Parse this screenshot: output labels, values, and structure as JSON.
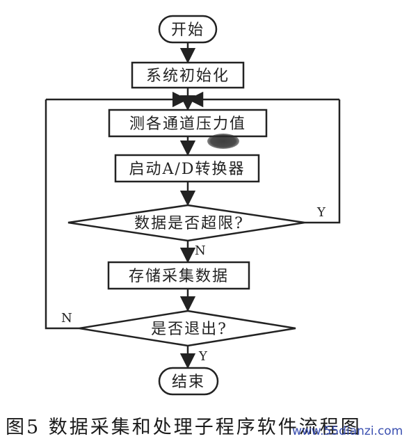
{
  "flowchart": {
    "start": "开始",
    "init": "系统初始化",
    "measure": "测各通道压力值",
    "adc": "启动A/D转换器",
    "check_limit": "数据是否超限?",
    "store": "存储采集数据",
    "check_exit": "是否退出?",
    "end": "结束"
  },
  "edge_labels": {
    "limit_yes": "Y",
    "limit_no": "N",
    "exit_no": "N",
    "exit_yes": "Y"
  },
  "caption": "图5 数据采集和处理子程序软件流程图",
  "watermark": "www.55dianzi.com",
  "colors": {
    "line": "#222222",
    "text": "#222222",
    "watermark": "#3a4fb0"
  }
}
